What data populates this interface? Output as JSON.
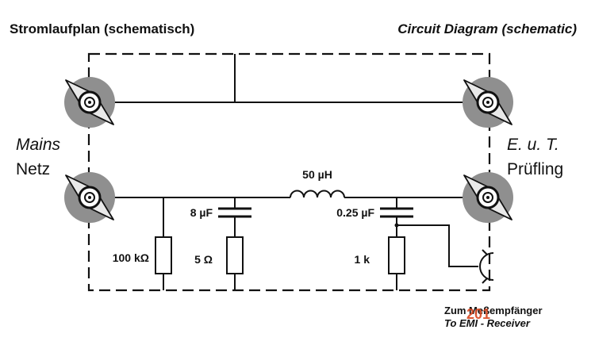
{
  "titles": {
    "left": "Stromlaufplan (schematisch)",
    "right": "Circuit Diagram (schematic)"
  },
  "sides": {
    "left_en": "Mains",
    "left_de": "Netz",
    "right_en": "E. u. T.",
    "right_de": "Prüfling"
  },
  "components": {
    "inductor": "50 µH",
    "cap_left": "8 µF",
    "cap_right": "0.25 µF",
    "res_left": "100 kΩ",
    "res_mid": "5 Ω",
    "res_right": "1 k"
  },
  "receiver": {
    "de": "Zum Meßempfänger",
    "en": "To EMI - Receiver"
  },
  "watermark": "201",
  "colors": {
    "line": "#111111",
    "terminal_ring": "#8f8f8f",
    "watermark": "#d8471f"
  },
  "icons": [
    "binding-post-terminal-icon",
    "bnc-connector-icon"
  ]
}
